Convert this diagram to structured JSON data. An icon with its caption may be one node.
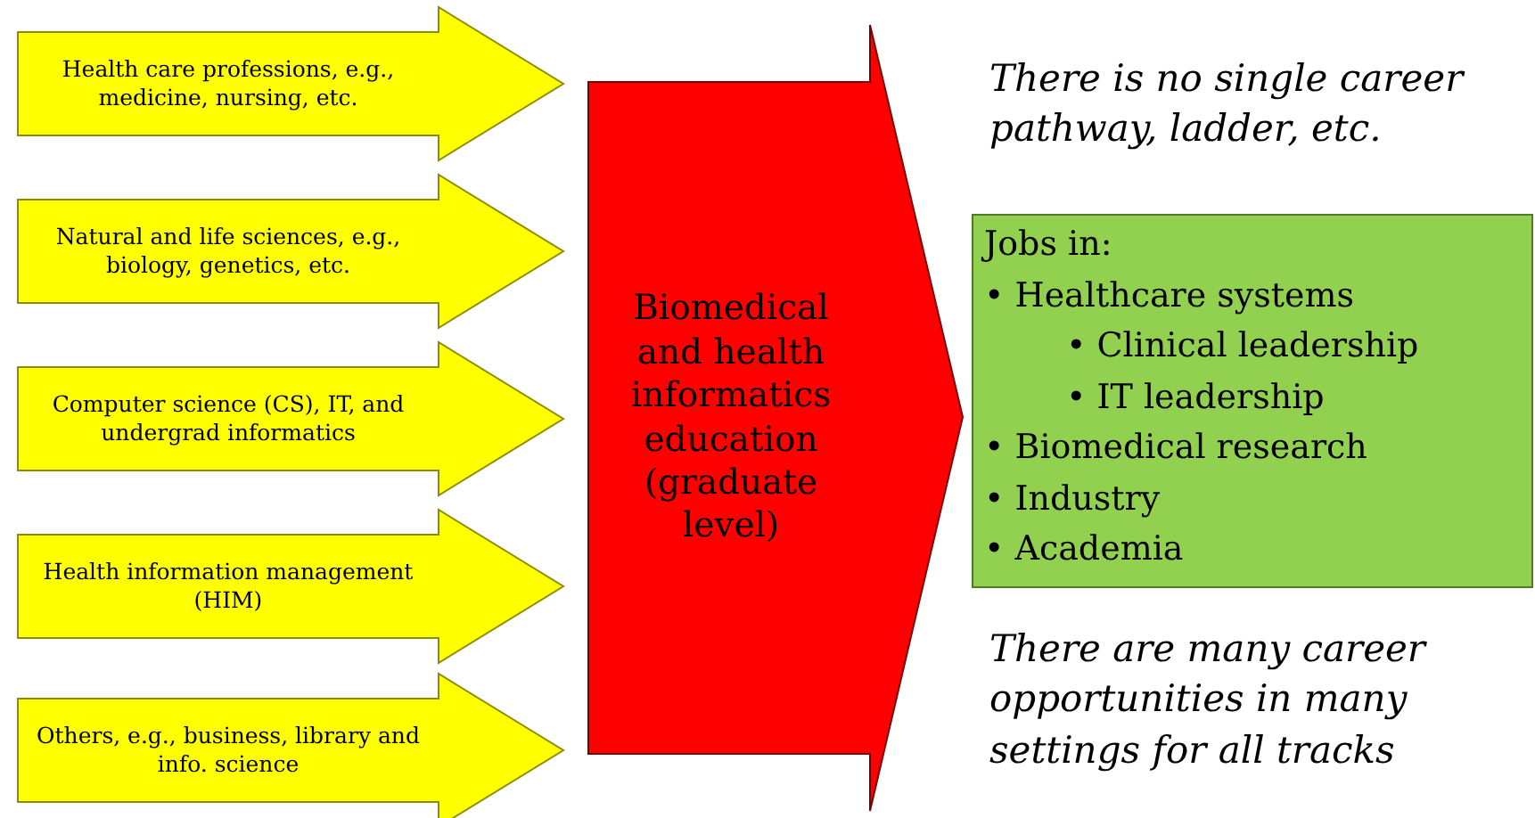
{
  "diagram": {
    "nodes": [
      {
        "text": [
          "Health care professions, e.g., medicine, nursing, etc."
        ]
      },
      {
        "text": [
          "Natural and life sciences, e.g., biology, genetics, etc."
        ]
      },
      {
        "text": [
          "Computer science (CS), IT, and undergrad informatics"
        ]
      },
      {
        "text": [
          "Health information management (HIM)"
        ]
      },
      {
        "text": [
          "Others, e.g., business, library and info. science"
        ]
      },
      {
        "text": [
          "Biomedical and health informatics education (graduate level)"
        ]
      },
      {
        "text": [
          "Jobs in:",
          "• Healthcare systems",
          "• Clinical leadership",
          "• IT leadership",
          "• Biomedical research",
          "• Industry",
          "• Academia"
        ]
      }
    ],
    "edges": [],
    "labels": [
      "There is no single career pathway, ladder, etc.",
      "There are many career opportunities in many settings for all tracks"
    ]
  }
}
